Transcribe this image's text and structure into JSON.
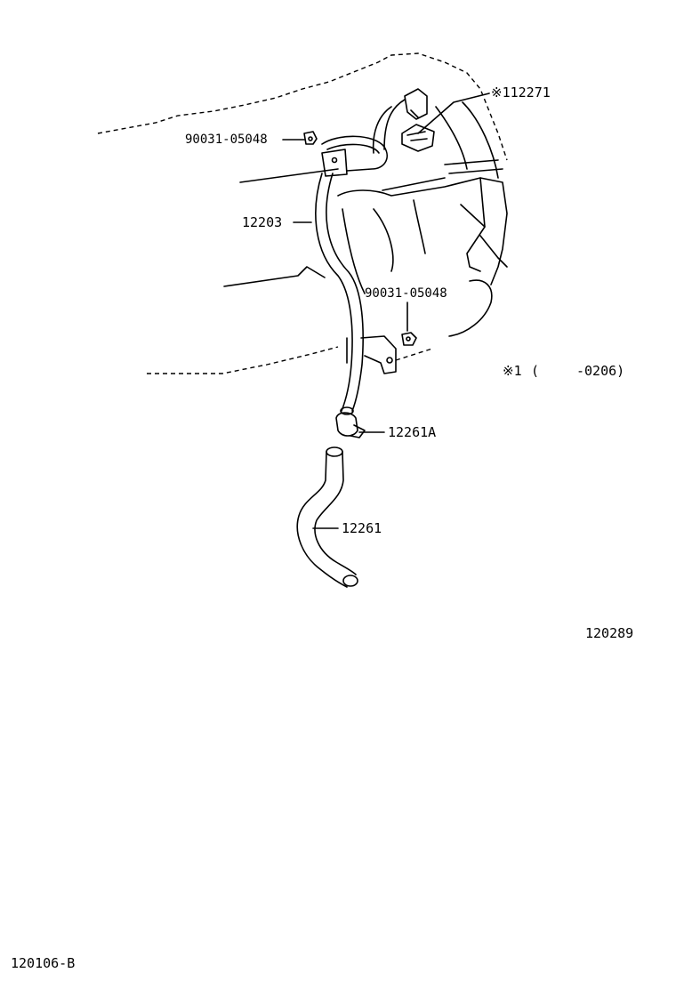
{
  "diagram": {
    "parts": {
      "sensor_cover": "※112271",
      "bolt_upper": "90031-05048",
      "pipe": "12203",
      "bolt_lower": "90031-05048",
      "clamp": "12261A",
      "hose": "12261"
    },
    "footnote": {
      "mark": "※1",
      "open": "(",
      "range": "-0206)"
    },
    "figure_number": "120289",
    "page_code": "120106-B"
  }
}
